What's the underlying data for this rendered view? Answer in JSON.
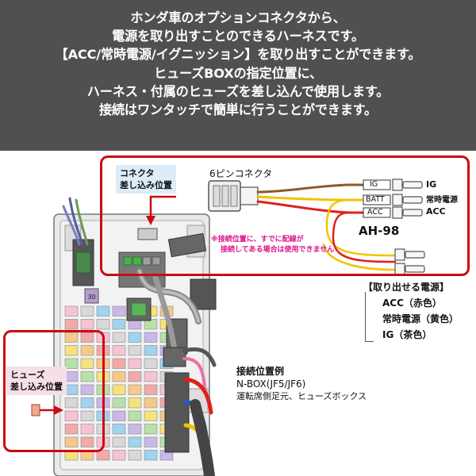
{
  "banner": {
    "lines": [
      "ホンダ車のオプションコネクタから、",
      "電源を取り出すことのできるハーネスです。",
      "【ACC/常時電源/イグニッション】を取り出すことができます。",
      "ヒューズBOXの指定位置に、",
      "ハーネス・付属のヒューズを差し込んで使用します。",
      "接続はワンタッチで簡単に行うことができます。"
    ]
  },
  "diagram": {
    "connector_callout": [
      "コネクタ",
      "差し込み位置"
    ],
    "six_pin_label": "6ピンコネクタ",
    "warning": [
      "※接続位置に、すでに配線が",
      "接続してある場合は使用できません"
    ],
    "product_code": "AH-98",
    "terminals": [
      "IG",
      "BATT",
      "ACC"
    ],
    "outputs": [
      "IG",
      "常時電源",
      "ACC"
    ],
    "fuse_callout": [
      "ヒューズ",
      "差し込み位置"
    ],
    "fuse_number": "30",
    "available_power": {
      "heading": "【取り出せる電源】",
      "items": [
        "ACC（赤色）",
        "常時電源（黄色）",
        "IG（茶色）"
      ]
    },
    "connection_example": {
      "title": "接続位置例",
      "model": "N-BOX(JF5/JF6)",
      "location": "運転席側足元、ヒューズボックス"
    },
    "colors": {
      "red_frame": "#cc0a14",
      "wire_red": "#e0201c",
      "wire_yellow": "#f0c400",
      "wire_brown": "#8a5a2a",
      "warning_text": "#e0148c",
      "banner_bg": "#505050"
    }
  }
}
